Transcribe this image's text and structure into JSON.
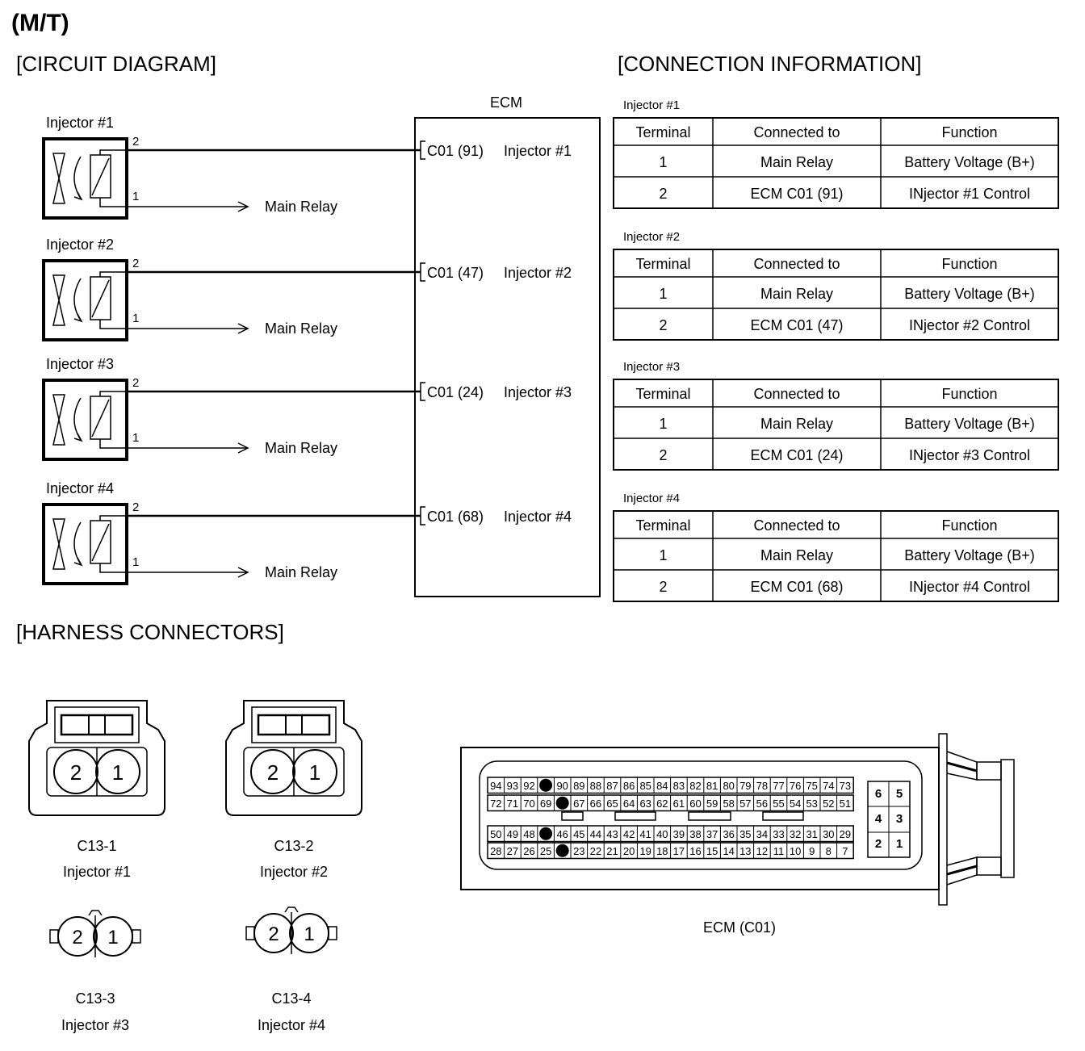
{
  "header": {
    "title": "(M/T)",
    "circuit_title": "[CIRCUIT DIAGRAM]",
    "connection_title": "[CONNECTION INFORMATION]",
    "harness_title": "[HARNESS CONNECTORS]"
  },
  "circuit": {
    "ecm_label": "ECM",
    "relay_label": "Main Relay",
    "pin1": "1",
    "pin2": "2",
    "injectors": [
      {
        "name": "Injector #1",
        "ecm_pin": "C01 (91)",
        "ecm_label": "Injector #1"
      },
      {
        "name": "Injector #2",
        "ecm_pin": "C01 (47)",
        "ecm_label": "Injector #2"
      },
      {
        "name": "Injector #3",
        "ecm_pin": "C01 (24)",
        "ecm_label": "Injector #3"
      },
      {
        "name": "Injector #4",
        "ecm_pin": "C01 (68)",
        "ecm_label": "Injector #4"
      }
    ]
  },
  "connection": {
    "headers": [
      "Terminal",
      "Connected to",
      "Function"
    ],
    "tables": [
      {
        "title": "Injector #1",
        "rows": [
          [
            "1",
            "Main Relay",
            "Battery Voltage (B+)"
          ],
          [
            "2",
            "ECM C01 (91)",
            "INjector #1 Control"
          ]
        ]
      },
      {
        "title": "Injector #2",
        "rows": [
          [
            "1",
            "Main Relay",
            "Battery Voltage (B+)"
          ],
          [
            "2",
            "ECM C01 (47)",
            "INjector #2 Control"
          ]
        ]
      },
      {
        "title": "Injector #3",
        "rows": [
          [
            "1",
            "Main Relay",
            "Battery Voltage (B+)"
          ],
          [
            "2",
            "ECM C01 (24)",
            "INjector #3 Control"
          ]
        ]
      },
      {
        "title": "Injector #4",
        "rows": [
          [
            "1",
            "Main Relay",
            "Battery Voltage (B+)"
          ],
          [
            "2",
            "ECM C01 (68)",
            "INjector #4 Control"
          ]
        ]
      }
    ]
  },
  "harness": {
    "connectors": [
      {
        "code": "C13-1",
        "name": "Injector #1"
      },
      {
        "code": "C13-2",
        "name": "Injector #2"
      },
      {
        "code": "C13-3",
        "name": "Injector #3"
      },
      {
        "code": "C13-4",
        "name": "Injector #4"
      }
    ],
    "pin_labels": [
      "2",
      "1"
    ],
    "ecm_connector_label": "ECM  (C01)",
    "ecm_pins": {
      "row1": [
        "94",
        "93",
        "92",
        "",
        "90",
        "89",
        "88",
        "87",
        "86",
        "85",
        "84",
        "83",
        "82",
        "81",
        "80",
        "79",
        "78",
        "77",
        "76",
        "75",
        "74",
        "73"
      ],
      "row2": [
        "72",
        "71",
        "70",
        "69",
        "",
        "67",
        "66",
        "65",
        "64",
        "63",
        "62",
        "61",
        "60",
        "59",
        "58",
        "57",
        "56",
        "55",
        "54",
        "53",
        "52",
        "51"
      ],
      "row3": [
        "50",
        "49",
        "48",
        "",
        "46",
        "45",
        "44",
        "43",
        "42",
        "41",
        "40",
        "39",
        "38",
        "37",
        "36",
        "35",
        "34",
        "33",
        "32",
        "31",
        "30",
        "29"
      ],
      "row4": [
        "28",
        "27",
        "26",
        "25",
        "",
        "23",
        "22",
        "21",
        "20",
        "19",
        "18",
        "17",
        "16",
        "15",
        "14",
        "13",
        "12",
        "11",
        "10",
        "9",
        "8",
        "7"
      ],
      "small": [
        [
          "6",
          "5"
        ],
        [
          "4",
          "3"
        ],
        [
          "2",
          "1"
        ]
      ]
    }
  }
}
